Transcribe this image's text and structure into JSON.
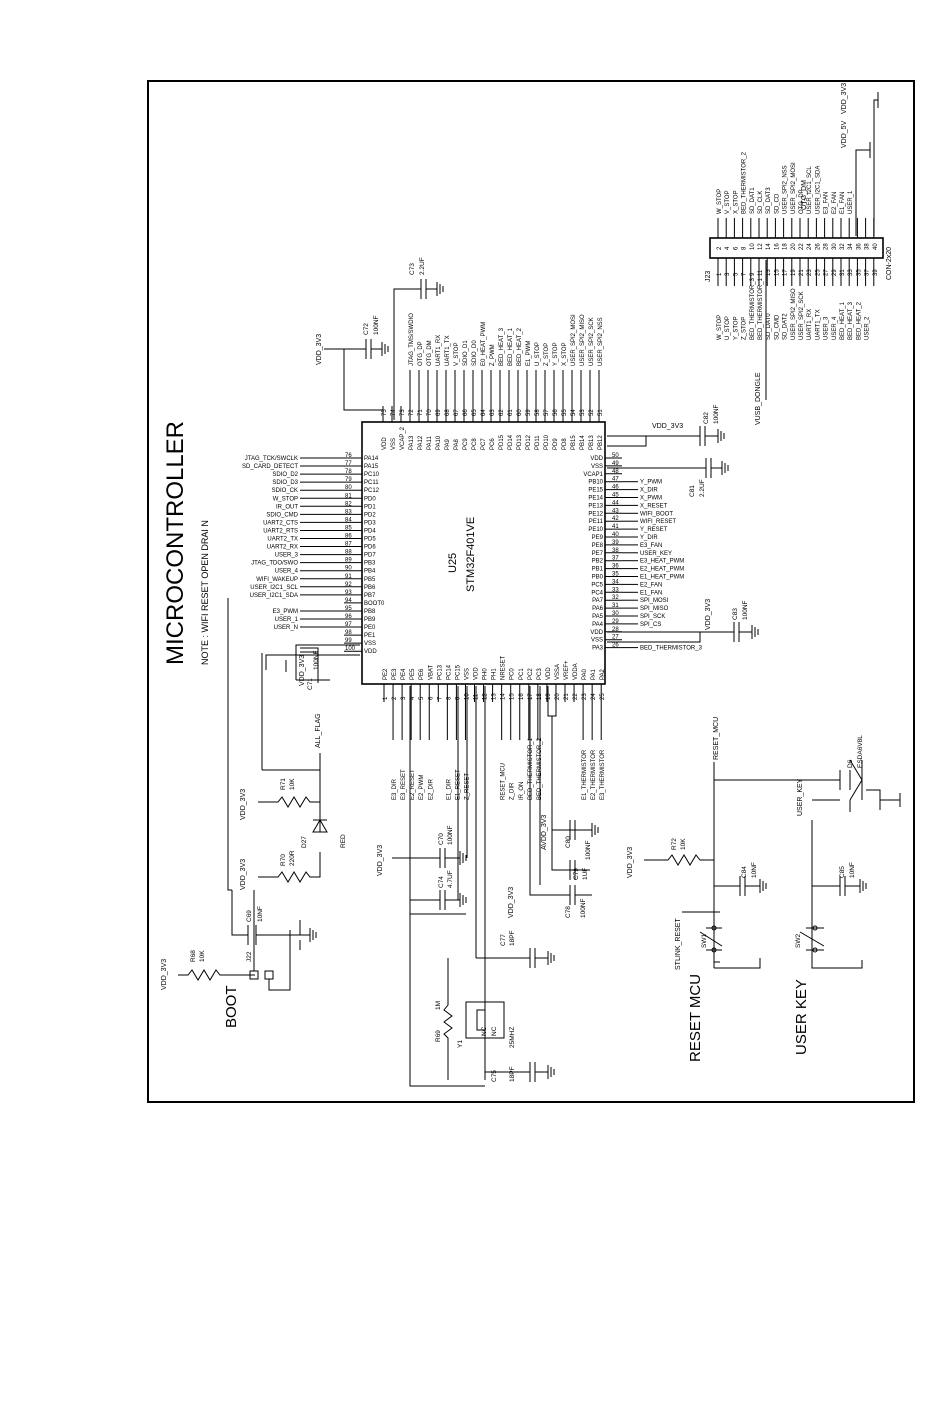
{
  "title": "MICROCONTROLLER",
  "note": "NOTE : WIFI RESET OPEN DRAI    N",
  "mcu": {
    "ref": "U25",
    "part": "STM32F401VE",
    "top_pins": [
      {
        "n": "75",
        "p": "VDD"
      },
      {
        "n": "74",
        "p": "VSS"
      },
      {
        "n": "73",
        "p": "VCAP_2"
      },
      {
        "n": "72",
        "p": "PA13"
      },
      {
        "n": "71",
        "p": "PA12"
      },
      {
        "n": "70",
        "p": "PA11"
      },
      {
        "n": "69",
        "p": "PA10"
      },
      {
        "n": "68",
        "p": "PA9"
      },
      {
        "n": "67",
        "p": "PA8"
      },
      {
        "n": "66",
        "p": "PC9"
      },
      {
        "n": "65",
        "p": "PC8"
      },
      {
        "n": "64",
        "p": "PC7"
      },
      {
        "n": "63",
        "p": "PC6"
      },
      {
        "n": "62",
        "p": "PD15"
      },
      {
        "n": "61",
        "p": "PD14"
      },
      {
        "n": "60",
        "p": "PD13"
      },
      {
        "n": "59",
        "p": "PD12"
      },
      {
        "n": "58",
        "p": "PD11"
      },
      {
        "n": "57",
        "p": "PD10"
      },
      {
        "n": "56",
        "p": "PD9"
      },
      {
        "n": "55",
        "p": "PD8"
      },
      {
        "n": "54",
        "p": "PB15"
      },
      {
        "n": "53",
        "p": "PB14"
      },
      {
        "n": "52",
        "p": "PB13"
      },
      {
        "n": "51",
        "p": "PB12"
      }
    ],
    "top_nets": [
      "",
      "",
      "",
      "JTAG_TMS/SWDIO",
      "OTG_DP",
      "OTG_DM",
      "UART1_RX",
      "UART1_TX",
      "V_STOP",
      "SDIO_D1",
      "SDIO_D0",
      "E0_HEAT_PWM",
      "Z_PWM",
      "BED_HEAT_3",
      "BED_HEAT_1",
      "BED_HEAT_2",
      "E1_PWM",
      "U_STOP",
      "Z_STOP",
      "Y_STOP",
      "X_STOP",
      "USER_SPI2_MOSI",
      "USER_SPI2_MISO",
      "USER_SPI2_SCK",
      "USER_SPI2_NSS"
    ],
    "left_pins": [
      {
        "n": "76",
        "p": "PA14",
        "net": "JTAG_TCK/SWCLK"
      },
      {
        "n": "77",
        "p": "PA15",
        "net": "SD_CARD_DETECT"
      },
      {
        "n": "78",
        "p": "PC10",
        "net": "SDIO_D2"
      },
      {
        "n": "79",
        "p": "PC11",
        "net": "SDIO_D3"
      },
      {
        "n": "80",
        "p": "PC12",
        "net": "SDIO_CK"
      },
      {
        "n": "81",
        "p": "PD0",
        "net": "W_STOP"
      },
      {
        "n": "82",
        "p": "PD1",
        "net": "IR_OUT"
      },
      {
        "n": "83",
        "p": "PD2",
        "net": "SDIO_CMD"
      },
      {
        "n": "84",
        "p": "PD3",
        "net": "UART2_CTS"
      },
      {
        "n": "85",
        "p": "PD4",
        "net": "UART2_RTS"
      },
      {
        "n": "86",
        "p": "PD5",
        "net": "UART2_TX"
      },
      {
        "n": "87",
        "p": "PD6",
        "net": "UART2_RX"
      },
      {
        "n": "88",
        "p": "PD7",
        "net": "USER_3"
      },
      {
        "n": "89",
        "p": "PB3",
        "net": "JTAG_TDO/SWO"
      },
      {
        "n": "90",
        "p": "PB4",
        "net": "USER_4"
      },
      {
        "n": "91",
        "p": "PB5",
        "net": "WIFI_WAKEUP"
      },
      {
        "n": "92",
        "p": "PB6",
        "net": "USER_I2C1_SCL"
      },
      {
        "n": "93",
        "p": "PB7",
        "net": "USER_I2C1_SDA"
      },
      {
        "n": "94",
        "p": "BOOT0",
        "net": ""
      },
      {
        "n": "95",
        "p": "PB8",
        "net": "E3_PWM"
      },
      {
        "n": "96",
        "p": "PB9",
        "net": "USER_1"
      },
      {
        "n": "97",
        "p": "PE0",
        "net": "USER_N"
      },
      {
        "n": "98",
        "p": "PE1",
        "net": ""
      },
      {
        "n": "99",
        "p": "VSS",
        "net": ""
      },
      {
        "n": "100",
        "p": "VDD",
        "net": ""
      }
    ],
    "right_pins": [
      {
        "n": "50",
        "p": "VDD",
        "net": "VDD_3V3"
      },
      {
        "n": "49",
        "p": "VSS",
        "net": ""
      },
      {
        "n": "48",
        "p": "VCAP1",
        "net": ""
      },
      {
        "n": "47",
        "p": "PB10",
        "net": "Y_PWM"
      },
      {
        "n": "46",
        "p": "PE15",
        "net": "X_DIR"
      },
      {
        "n": "45",
        "p": "PE14",
        "net": "X_PWM"
      },
      {
        "n": "44",
        "p": "PE13",
        "net": "X_RESET"
      },
      {
        "n": "43",
        "p": "PE12",
        "net": "WIFI_BOOT"
      },
      {
        "n": "42",
        "p": "PE11",
        "net": "WIFI_RESET"
      },
      {
        "n": "41",
        "p": "PE10",
        "net": "Y_RESET"
      },
      {
        "n": "40",
        "p": "PE9",
        "net": "Y_DIR"
      },
      {
        "n": "39",
        "p": "PE8",
        "net": "E3_FAN"
      },
      {
        "n": "38",
        "p": "PE7",
        "net": "USER_KEY"
      },
      {
        "n": "37",
        "p": "PB2",
        "net": "E3_HEAT_PWM"
      },
      {
        "n": "36",
        "p": "PB1",
        "net": "E2_HEAT_PWM"
      },
      {
        "n": "35",
        "p": "PB0",
        "net": "E1_HEAT_PWM"
      },
      {
        "n": "34",
        "p": "PC5",
        "net": "E2_FAN"
      },
      {
        "n": "33",
        "p": "PC4",
        "net": "E1_FAN"
      },
      {
        "n": "32",
        "p": "PA7",
        "net": "SPI_MOSI"
      },
      {
        "n": "31",
        "p": "PA6",
        "net": "SPI_MISO"
      },
      {
        "n": "30",
        "p": "PA5",
        "net": "SPI_SCK"
      },
      {
        "n": "29",
        "p": "PA4",
        "net": "SPI_CS"
      },
      {
        "n": "28",
        "p": "VDD",
        "net": "VDD_3V3"
      },
      {
        "n": "27",
        "p": "VSS",
        "net": ""
      },
      {
        "n": "26",
        "p": "PA3",
        "net": "BED_THERMISTOR_3"
      }
    ],
    "bottom_pins": [
      {
        "n": "1",
        "p": "PE2"
      },
      {
        "n": "2",
        "p": "PE3"
      },
      {
        "n": "3",
        "p": "PE4"
      },
      {
        "n": "4",
        "p": "PE5"
      },
      {
        "n": "5",
        "p": "PE6"
      },
      {
        "n": "6",
        "p": "VBAT"
      },
      {
        "n": "7",
        "p": "PC13"
      },
      {
        "n": "8",
        "p": "PC14"
      },
      {
        "n": "9",
        "p": "PC15"
      },
      {
        "n": "10",
        "p": "VSS"
      },
      {
        "n": "11",
        "p": "VDD"
      },
      {
        "n": "12",
        "p": "PH0"
      },
      {
        "n": "13",
        "p": "PH1"
      },
      {
        "n": "14",
        "p": "NRESET"
      },
      {
        "n": "15",
        "p": "PC0"
      },
      {
        "n": "16",
        "p": "PC1"
      },
      {
        "n": "17",
        "p": "PC2"
      },
      {
        "n": "18",
        "p": "PC3"
      },
      {
        "n": "19",
        "p": "VDD"
      },
      {
        "n": "20",
        "p": "VSSA"
      },
      {
        "n": "21",
        "p": "VREF+"
      },
      {
        "n": "22",
        "p": "VDDA"
      },
      {
        "n": "23",
        "p": "PA0"
      },
      {
        "n": "24",
        "p": "PA1"
      },
      {
        "n": "25",
        "p": "PA2"
      }
    ],
    "bottom_nets": [
      "",
      "E3_DIR",
      "E3_RESET",
      "E2_RESET",
      "E2_PWM",
      "E2_DIR",
      "",
      "E1_DIR",
      "E1_RESET",
      "Z_RESET",
      "",
      "",
      "",
      "RESET_MCU",
      "Z_DIR",
      "IR_ON",
      "BED_THERMISTOR_1",
      "BED_THERMISTOR_2",
      "",
      "",
      "",
      "",
      "E1_THERMISTOR",
      "E2_THERMISTOR",
      "E3_THERMISTOR"
    ]
  },
  "connector": {
    "ref": "J23",
    "part": "CON-2x20",
    "odd_pins": [
      "1",
      "3",
      "5",
      "7",
      "9",
      "11",
      "13",
      "15",
      "17",
      "19",
      "21",
      "23",
      "25",
      "27",
      "29",
      "31",
      "33",
      "35",
      "37",
      "39"
    ],
    "even_pins": [
      "2",
      "4",
      "6",
      "8",
      "10",
      "12",
      "14",
      "16",
      "18",
      "20",
      "22",
      "24",
      "26",
      "28",
      "30",
      "32",
      "34",
      "36",
      "38",
      "40"
    ],
    "even_nets": [
      "W_STOP",
      "V_STOP",
      "X_STOP",
      "BED_THERMISTOR_2",
      "SD_DAT1",
      "SD_CLK",
      "SD_DAT3",
      "SD_CD",
      "USER_SPI2_NSS",
      "USER_SPI2_MOSI",
      "OTG_DP",
      "USER_I2C1_SCL",
      "USER_I2C1_SDA",
      "E3_FAN",
      "E2_FAN",
      "E1_FAN",
      "USER_1",
      "",
      "",
      ""
    ],
    "odd_nets": [
      "W_STOP",
      "U_STOP",
      "Y_STOP",
      "Z_STOP",
      "BED_THERMISTOR_3",
      "BED_THERMISTOR_1",
      "SD_DAT0",
      "SD_CMD",
      "SD_DAT2",
      "USER_SPI2_MISO",
      "USER_SPI2_SCK",
      "UART1_RX",
      "UART1_TX",
      "USER_3",
      "USER_4",
      "BED_HEAT_1",
      "BED_HEAT_3",
      "BED_HEAT_2",
      "USER_2",
      ""
    ],
    "vusb": "VUSB_DONGLE",
    "rail_5v": "VDD_5V",
    "rail_3v3": "VDD_3V3",
    "otg_dm": "OTG_DM"
  },
  "components": {
    "c72": {
      "ref": "C72",
      "val": "100NF"
    },
    "c73": {
      "ref": "C73",
      "val": "2.2UF"
    },
    "c82": {
      "ref": "C82",
      "val": "100NF"
    },
    "c81": {
      "ref": "C81",
      "val": "2.2UF"
    },
    "c83": {
      "ref": "C83",
      "val": "100NF"
    },
    "c71": {
      "ref": "C71",
      "val": "100NF"
    },
    "c70": {
      "ref": "C70",
      "val": "100NF"
    },
    "c74": {
      "ref": "C74",
      "val": "4.7UF"
    },
    "c69": {
      "ref": "C69",
      "val": "10NF"
    },
    "c77": {
      "ref": "C77",
      "val": "18PF"
    },
    "c75": {
      "ref": "C75",
      "val": "18PF"
    },
    "c78": {
      "ref": "C78",
      "val": "100NF"
    },
    "c79": {
      "ref": "C79",
      "val": "1UF"
    },
    "c80": {
      "ref": "C80",
      "val": "100NF"
    },
    "c84": {
      "ref": "C84",
      "val": "10NF"
    },
    "c85": {
      "ref": "C85",
      "val": "10NF"
    },
    "r68": {
      "ref": "R68",
      "val": "10K"
    },
    "r69": {
      "ref": "R69",
      "val": "1M"
    },
    "r70": {
      "ref": "R70",
      "val": "220R"
    },
    "r71": {
      "ref": "R71",
      "val": "10K"
    },
    "r72": {
      "ref": "R72",
      "val": "10K"
    },
    "d27": {
      "ref": "D27",
      "val": "RED"
    },
    "d6": {
      "ref": "D6",
      "val": "ESDA6V8L"
    },
    "y1": {
      "ref": "Y1",
      "val": "25MHZ",
      "nc1": "NC",
      "nc2": "NC"
    },
    "j22": {
      "ref": "J22"
    },
    "sw1": {
      "ref": "SW1"
    },
    "sw2": {
      "ref": "SW2"
    }
  },
  "nets": {
    "vdd3v3": "VDD_3V3",
    "avdd3v3": "AVDD_3V3",
    "all_flag": "ALL_FLAG",
    "reset_mcu": "RESET_MCU",
    "user_key": "USER_KEY",
    "stlink_reset": "STLINK_RESET",
    "boot": "BOOT",
    "reset_label": "RESET MCU",
    "user_key_label": "USER KEY"
  }
}
